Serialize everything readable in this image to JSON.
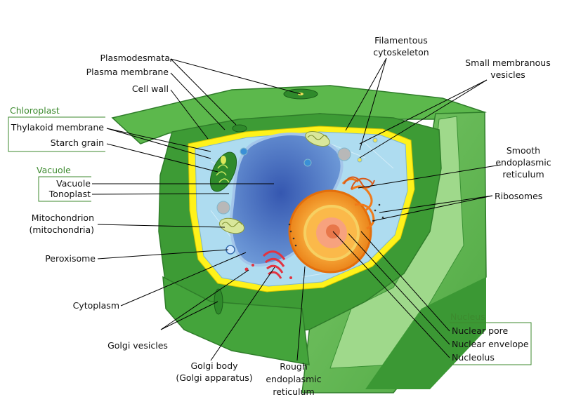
{
  "labels": {
    "plasmodesmata": "Plasmodesmata",
    "plasma_membrane": "Plasma membrane",
    "cell_wall": "Cell wall",
    "thylakoid_membrane": "Thylakoid membrane",
    "starch_grain": "Starch grain",
    "vacuole": "Vacuole",
    "tonoplast": "Tonoplast",
    "mitochondrion": "Mitochondrion",
    "mitochondria": "(mitochondria)",
    "peroxisome": "Peroxisome",
    "cytoplasm": "Cytoplasm",
    "golgi_vesicles": "Golgi vesicles",
    "golgi_body": "Golgi body",
    "golgi_apparatus": "(Golgi apparatus)",
    "rough_er_1": "Rough",
    "rough_er_2": "endoplasmic",
    "rough_er_3": "reticulum",
    "filamentous_1": "Filamentous",
    "filamentous_2": "cytoskeleton",
    "small_vesicles_1": "Small membranous",
    "small_vesicles_2": "vesicles",
    "smooth_er_1": "Smooth",
    "smooth_er_2": "endoplasmic",
    "smooth_er_3": "reticulum",
    "ribosomes": "Ribosomes",
    "nuclear_pore": "Nuclear pore",
    "nuclear_envelope": "Nuclear envelope",
    "nucleolus": "Nucleolus"
  },
  "groups": {
    "chloroplast": "Chloroplast",
    "vacuole": "Vacuole",
    "nucleus": "Nucleus"
  },
  "colors": {
    "wall_dark": "#3d9b35",
    "wall_mid": "#5cb84c",
    "wall_light": "#8fd27a",
    "membrane_yellow": "#fff21a",
    "cytoplasm": "#aedcf0",
    "vacuole": "#3a64b8",
    "nucleus": "#f39a1e",
    "golgi": "#e8343c",
    "group_label": "#3c8a2e"
  }
}
